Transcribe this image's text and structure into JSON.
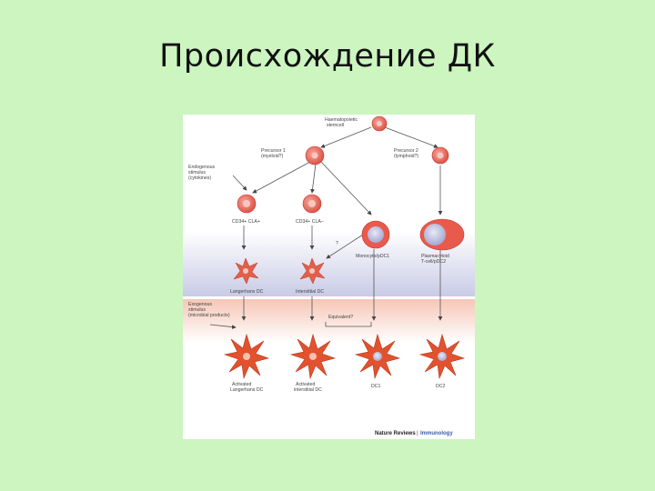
{
  "slide": {
    "title": "Происхождение ДК"
  },
  "figure": {
    "stem_cell": [
      "Haematopoietic",
      "stemcell"
    ],
    "precursor1": [
      "Precursor 1",
      "(myeloid?)"
    ],
    "precursor2": [
      "Precursor 2",
      "(lymphoid?)"
    ],
    "endogenous": [
      "Endogenous",
      "stimulus",
      "(cytokines)"
    ],
    "cd34_cla_pos": "CD34+ CLA+",
    "cd34_cla_neg": "CD34+ CLA–",
    "question": "?",
    "monocyte": "Monocyte/pDC1",
    "plasmacytoid": [
      "Plasmacytoid",
      "T-cell/pDC2"
    ],
    "langerhans": "Langerhans DC",
    "interstitial": "Interstitial DC",
    "exogenous": [
      "Exogenous",
      "stimulus",
      "(microbial products)"
    ],
    "equivalent": "Equivalent?",
    "activated_langerhans": [
      "Activated",
      "Langerhans DC"
    ],
    "activated_interstitial": [
      "Activated",
      "interstitial DC"
    ],
    "dc1": "DC1",
    "dc2": "DC2",
    "credit_journal": "Nature Reviews",
    "credit_section": "Immunology",
    "colors": {
      "slide_background": "#ccf5c0",
      "precursor_cell": "#e8584c",
      "mono_nucleus": "#aeb0d4",
      "dendritic_cell": "#e2522e",
      "lavender_band": "#d4d6ec",
      "peach_band": "#f9d2c4",
      "credit_blue": "#3a5aa8"
    }
  }
}
